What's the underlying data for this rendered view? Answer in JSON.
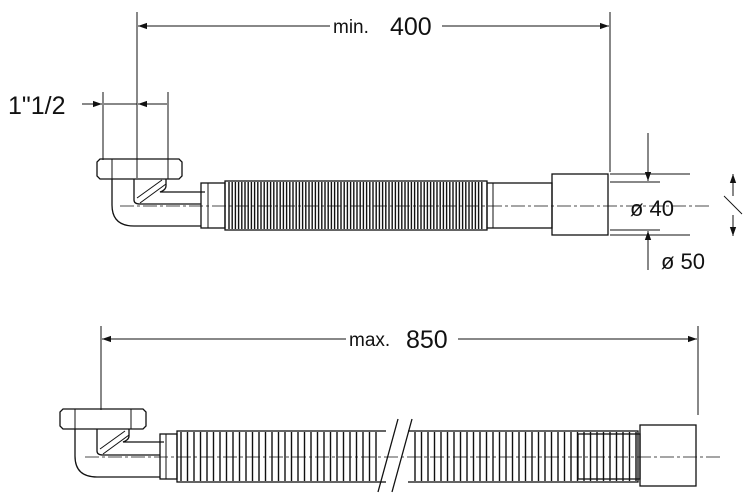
{
  "labels": {
    "min_prefix": "min.",
    "min_value": "400",
    "thread": "1\"1/2",
    "dia_40": "ø 40",
    "dia_50": "ø 50",
    "max_prefix": "max.",
    "max_value": "850"
  },
  "colors": {
    "line": "#111111",
    "background": "#ffffff"
  }
}
